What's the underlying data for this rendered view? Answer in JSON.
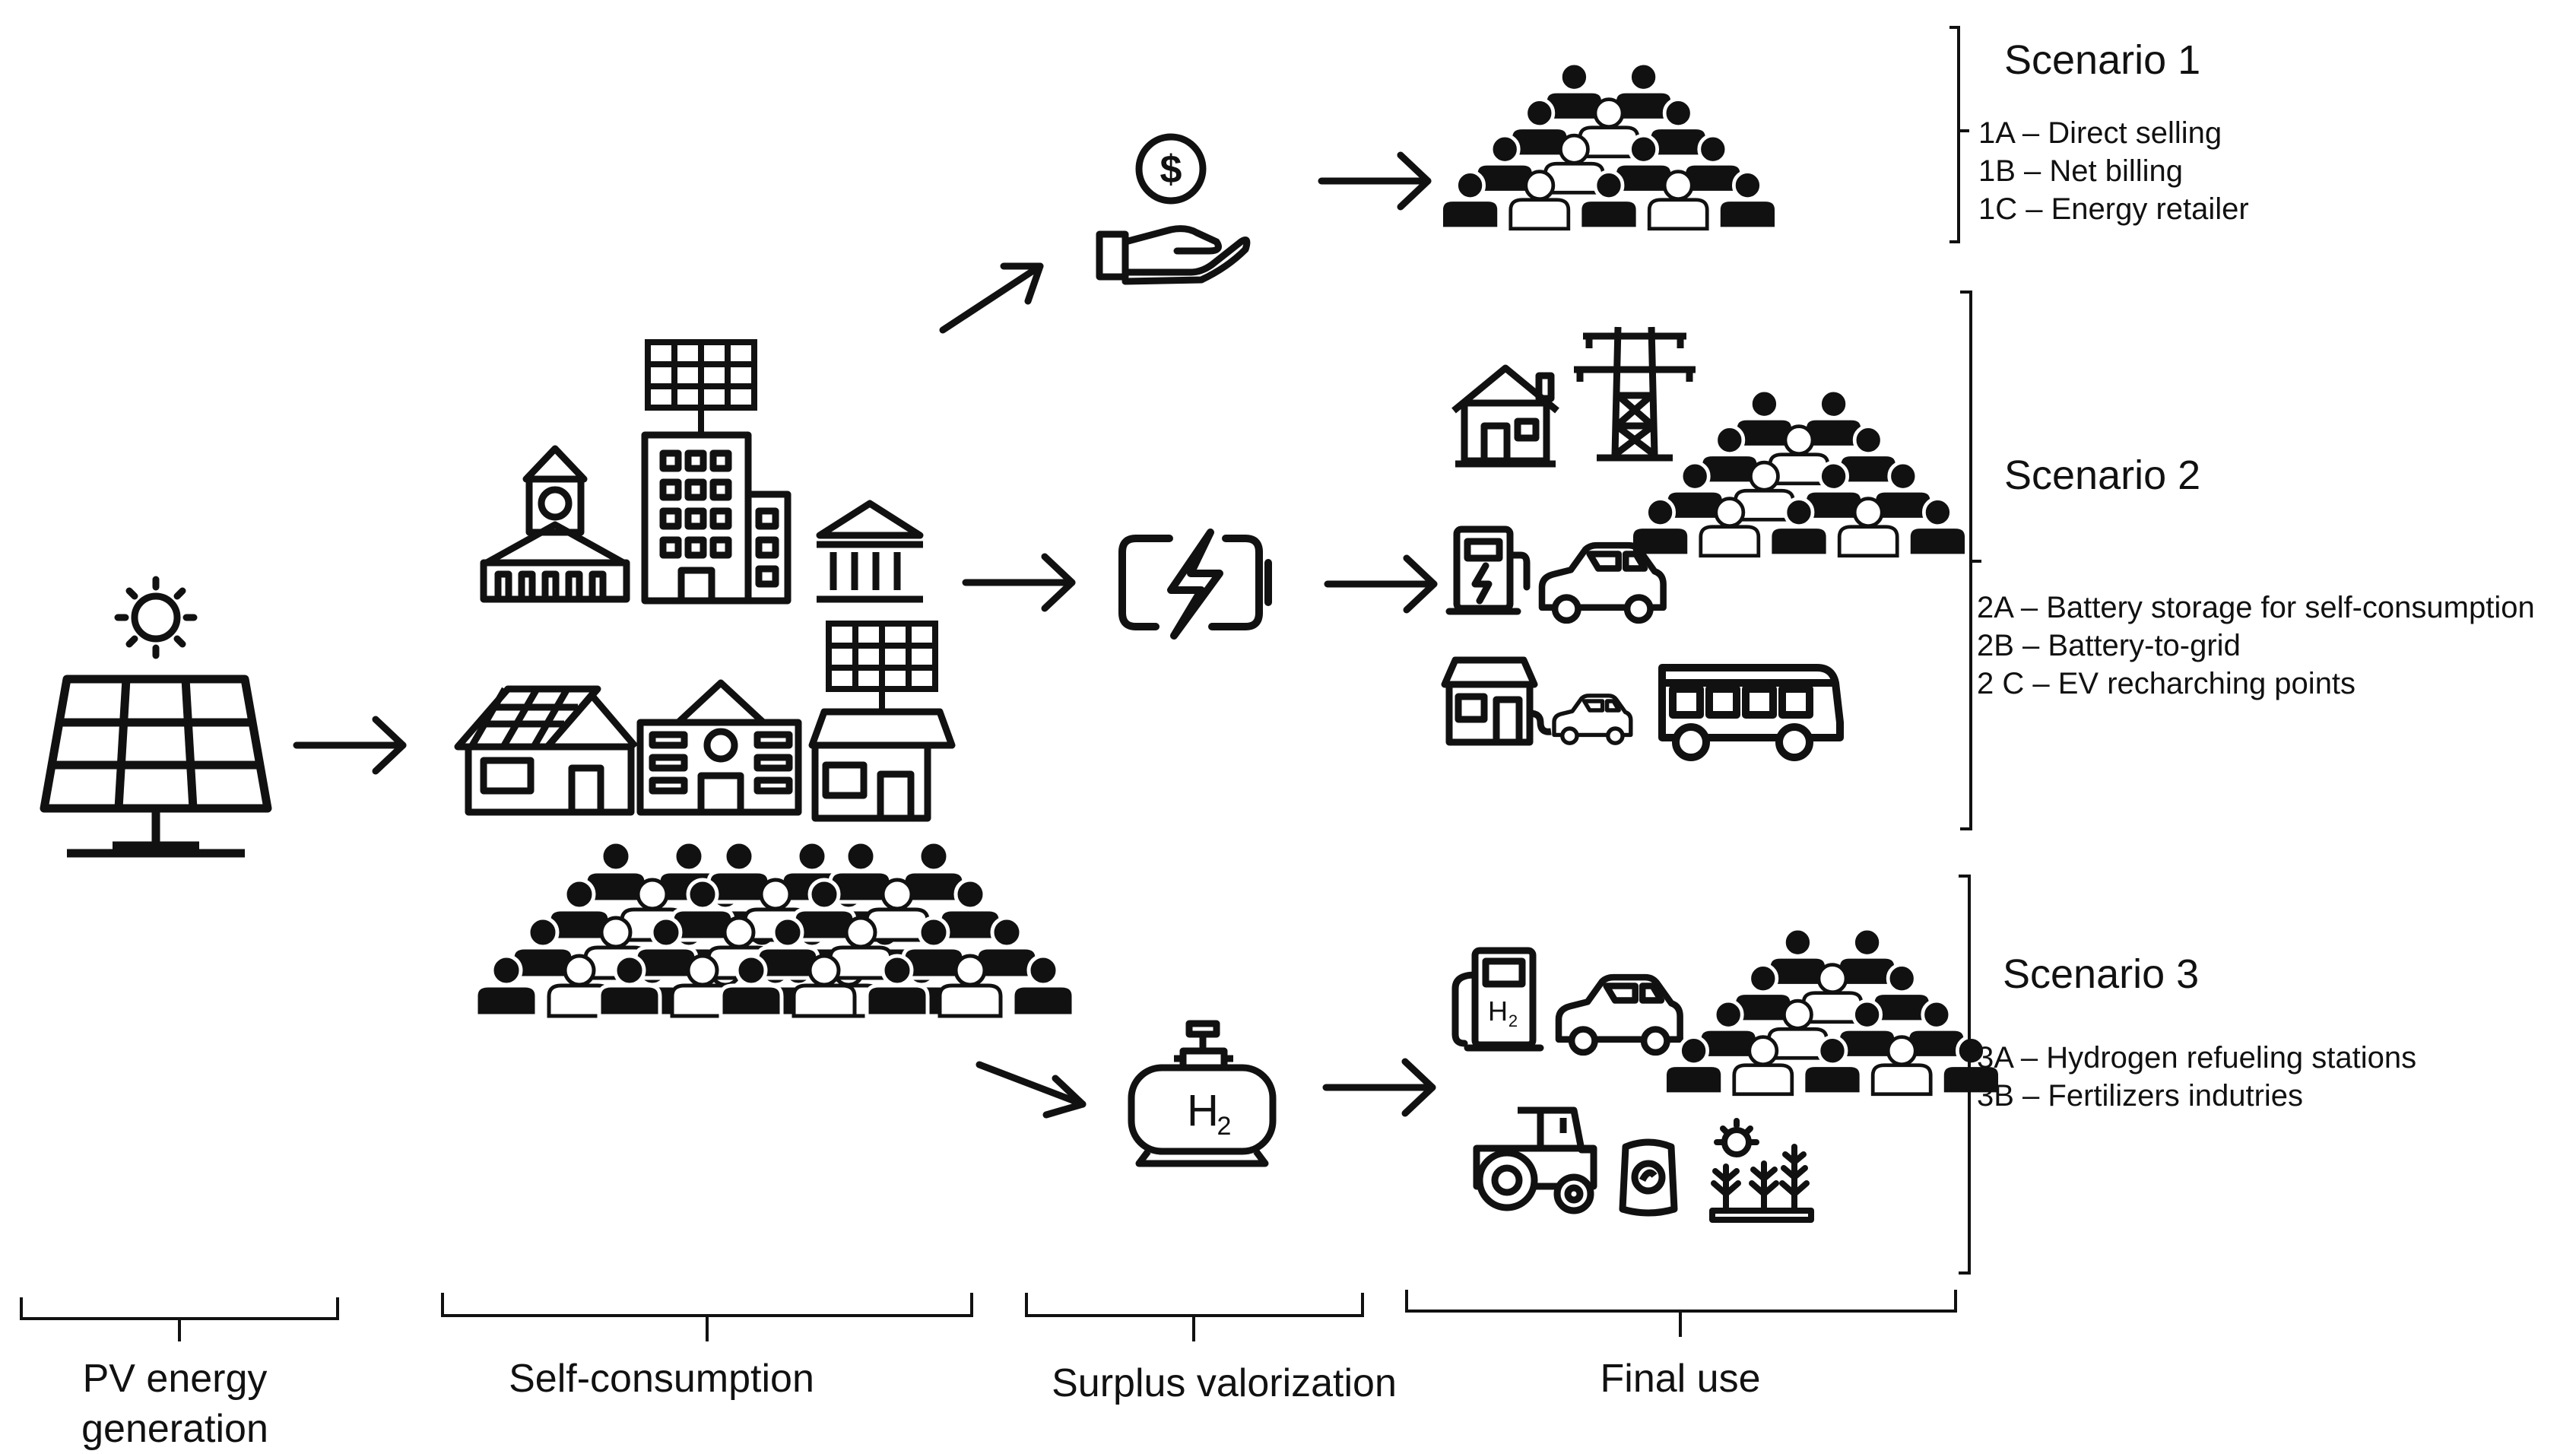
{
  "stages": {
    "pv": "PV energy generation",
    "pv_line1": "PV energy",
    "pv_line2": "generation",
    "self": "Self-consumption",
    "surplus": "Surplus valorization",
    "final": "Final use"
  },
  "scenarios": [
    {
      "title": "Scenario 1",
      "items": [
        "1A – Direct selling",
        "1B – Net billing",
        "1C – Energy retailer"
      ]
    },
    {
      "title": "Scenario 2",
      "items": [
        "2A – Battery storage for self-consumption",
        "2B – Battery-to-grid",
        "2 C – EV recharching points"
      ]
    },
    {
      "title": "Scenario 3",
      "items": [
        "3A – Hydrogen refueling stations",
        "3B – Fertilizers indutries"
      ]
    }
  ],
  "icons": {
    "pv": "solar-panel-icon",
    "sun": "sun-icon",
    "city_hall": "city-hall-icon",
    "office": "office-building-solar-icon",
    "bank": "bank-icon",
    "house": "house-solar-icon",
    "school": "school-icon",
    "shop": "shop-solar-icon",
    "community": "community-crowd-icon",
    "money": "money-hand-icon",
    "battery": "battery-icon",
    "hydrogen": "hydrogen-tank-icon",
    "home": "home-icon",
    "pylon": "power-pylon-icon",
    "charger": "ev-charger-icon",
    "car": "car-icon",
    "house_ev": "house-ev-charging-icon",
    "bus": "bus-icon",
    "h2_pump": "hydrogen-pump-icon",
    "tractor": "tractor-icon",
    "fertilizer": "fertilizer-bag-icon",
    "crops": "crops-icon"
  },
  "colors": {
    "ink": "#111111",
    "background": "#ffffff"
  }
}
